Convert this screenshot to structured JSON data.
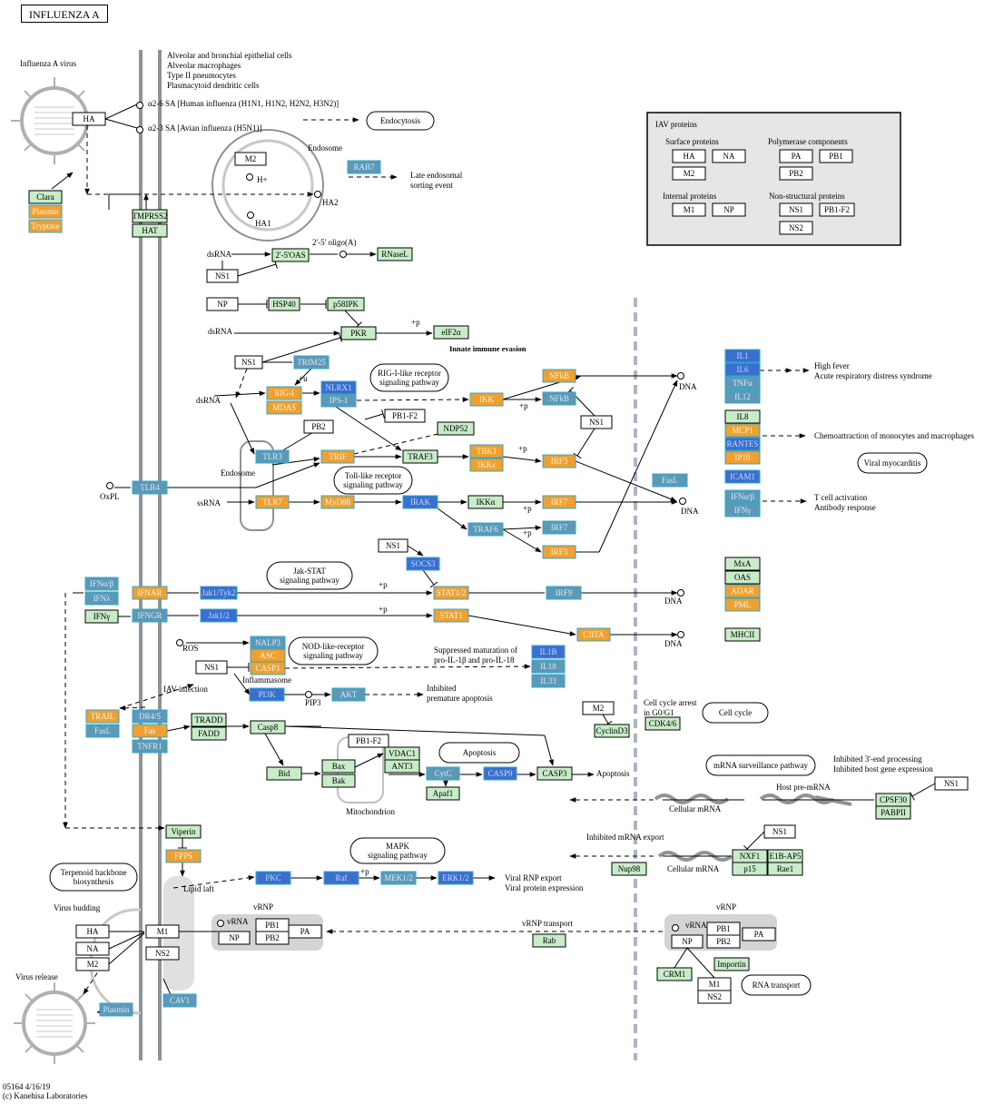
{
  "title": "INFLUENZA A",
  "footer": {
    "line1": "05164 4/16/19",
    "line2": "(c) Kanehisa Laboratories"
  },
  "colors": {
    "green": "#c8ebc8",
    "orange": "#f0a030",
    "blue": "#3a6fd0",
    "gray": "#5c98b8",
    "mixed_border": "#30a8c8",
    "membrane": "#8c9499",
    "legend_bg": "#e6e6e6"
  },
  "labels": {
    "virus": "Influenza A virus",
    "cells": [
      "Alveolar and bronchial epithelial cells",
      "Alveolar macrophages",
      "Type II pneumocytes",
      "Plasmacytoid dendritic cells"
    ],
    "a26": "α2-6 SA  [Human influenza (H1N1, H1N2, H2N2, H3N2)]",
    "a23": "α2-3 SA  [Avian influenza (H5N1)]",
    "endosome": "Endosome",
    "endosome2": "Endosome",
    "hplus": "H+",
    "ha1": "HA1",
    "ha2": "HA2",
    "late_endo": [
      "Late endosomal",
      "sorting event"
    ],
    "dsrna": "dsRNA",
    "dsrna2": "dsRNA",
    "dsrna3": "dsRNA",
    "oligo": "2'-5' oligo(A)",
    "p1": "+p",
    "p2": "+p",
    "p3": "+p",
    "p4": "+p",
    "p5": "+p",
    "p6": "+p",
    "p7": "+p",
    "p8": "+p",
    "plusu": "+u",
    "innate": "Innate immune evasion",
    "oxpl": "OxPL",
    "ssrna": "ssRNA",
    "dna1": "DNA",
    "dna2": "DNA",
    "dna3": "DNA",
    "dna4": "DNA",
    "fever": [
      "High fever",
      "Acute respiratory distress syndrome"
    ],
    "chemo": "Chemoattraction of monocytes and macrophages",
    "tcell": [
      "T cell activation",
      "Antibody response"
    ],
    "ros": "ROS",
    "inflammasome": "Inflammasome",
    "iav_infection": "IAV infection",
    "pip3": "PIP3",
    "suppressed": [
      "Suppressed maturation of",
      "pro-IL-1β and pro-IL-18"
    ],
    "inhibited_apop": [
      "Inhibited",
      "premature apoptosis"
    ],
    "cellcycle_arrest": [
      "Cell cycle arrest",
      "in G0/G1"
    ],
    "apoptosis_out": "Apoptosis",
    "mito": "Mitochondrion",
    "inhibited3": [
      "Inhibited 3'-end processing",
      "Inhibited host gene expression"
    ],
    "host_premrna": "Host pre-mRNA",
    "cellular_mrna1": "Cellular mRNA",
    "cellular_mrna2": "Cellular mRNA",
    "inhibited_export": "Inhibited mRNA export",
    "lipid_raft": "Lipid laft",
    "virus_budding": "Virus budding",
    "virus_release": "Virus release",
    "vrnp_left": "vRNP",
    "vrnp_right": "vRNP",
    "vrnp_transport": "vRNP transport",
    "viral_rnp": [
      "Viral RNP export",
      "Viral protein expression"
    ],
    "ovrna1": "vRNA",
    "ovrna2": "vRNA"
  },
  "pathways": {
    "endocytosis": "Endocytosis",
    "rigi": [
      "RIG-I-like receptor",
      "signaling pathway"
    ],
    "tlr": [
      "Toll-like receptor",
      "signaling pathway"
    ],
    "jak": [
      "Jak-STAT",
      "signaling pathway"
    ],
    "nod": [
      "NOD-like-receptor",
      "signaling pathway"
    ],
    "apoptosis": "Apoptosis",
    "cellcycle": "Cell cycle",
    "mrna": "mRNA surveillance pathway",
    "mapk": [
      "MAPK",
      "signaling pathway"
    ],
    "terpenoid": [
      "Terpenoid backbone",
      "biosynthesis"
    ],
    "rnatransport": "RNA transport",
    "viral_myo": "Viral myocarditis"
  },
  "legend": {
    "title": "IAV proteins",
    "surface": "Surface proteins",
    "polymerase": "Polymerase components",
    "internal": "Internal proteins",
    "nonstruct": "Non-structural proteins",
    "items": [
      "HA",
      "NA",
      "M2",
      "PA",
      "PB1",
      "PB2",
      "M1",
      "NP",
      "NS1",
      "PB1-F2",
      "NS2"
    ]
  },
  "nodes": [
    {
      "id": "ha_virus",
      "text": "HA",
      "t": "w"
    },
    {
      "id": "clara",
      "text": "Clara",
      "t": "g"
    },
    {
      "id": "plasmin1",
      "text": "Plasmin",
      "t": "o"
    },
    {
      "id": "tryptase",
      "text": "Tryptase",
      "t": "o"
    },
    {
      "id": "tmprss2",
      "text": "TMPRSS2",
      "t": "g"
    },
    {
      "id": "hat",
      "text": "HAT",
      "t": "g"
    },
    {
      "id": "m2_endo",
      "text": "M2",
      "t": "w"
    },
    {
      "id": "rab7",
      "text": "RAB7",
      "t": "x"
    },
    {
      "id": "oas25",
      "text": "2'-5'OAS",
      "t": "g"
    },
    {
      "id": "rnasel",
      "text": "RNaseL",
      "t": "g"
    },
    {
      "id": "ns1_a",
      "text": "NS1",
      "t": "w"
    },
    {
      "id": "np_a",
      "text": "NP",
      "t": "w"
    },
    {
      "id": "hsp40",
      "text": "HSP40",
      "t": "g"
    },
    {
      "id": "p58ipk",
      "text": "p58IPK",
      "t": "g"
    },
    {
      "id": "pkr",
      "text": "PKR",
      "t": "g"
    },
    {
      "id": "eif2a",
      "text": "eIF2α",
      "t": "g"
    },
    {
      "id": "ns1_b",
      "text": "NS1",
      "t": "w"
    },
    {
      "id": "trim25",
      "text": "TRIM25",
      "t": "x"
    },
    {
      "id": "rigi",
      "text": "RIG-I",
      "t": "o"
    },
    {
      "id": "mda5",
      "text": "MDA5",
      "t": "o"
    },
    {
      "id": "nlrx1",
      "text": "NLRX1",
      "t": "b"
    },
    {
      "id": "ips1",
      "text": "IPS-1",
      "t": "x"
    },
    {
      "id": "pb2_a",
      "text": "PB2",
      "t": "w"
    },
    {
      "id": "pb1f2_a",
      "text": "PB1-F2",
      "t": "w"
    },
    {
      "id": "ndp52",
      "text": "NDP52",
      "t": "g"
    },
    {
      "id": "ikk",
      "text": "IKK",
      "t": "o"
    },
    {
      "id": "nfkb1",
      "text": "NFkB",
      "t": "o"
    },
    {
      "id": "nfkb2",
      "text": "NFkB",
      "t": "x"
    },
    {
      "id": "ns1_c",
      "text": "NS1",
      "t": "w"
    },
    {
      "id": "tlr3",
      "text": "TLR3",
      "t": "x"
    },
    {
      "id": "trif",
      "text": "TRIF",
      "t": "o"
    },
    {
      "id": "traf3",
      "text": "TRAF3",
      "t": "g"
    },
    {
      "id": "tbk1",
      "text": "TBK1",
      "t": "o"
    },
    {
      "id": "ikke",
      "text": "IKKε",
      "t": "o"
    },
    {
      "id": "irf3",
      "text": "IRF3",
      "t": "o"
    },
    {
      "id": "tlr4",
      "text": "TLR4",
      "t": "x"
    },
    {
      "id": "tlr7",
      "text": "TLR7",
      "t": "o"
    },
    {
      "id": "myd88",
      "text": "MyD88",
      "t": "o"
    },
    {
      "id": "irak",
      "text": "IRAK",
      "t": "b"
    },
    {
      "id": "ikka",
      "text": "IKKα",
      "t": "g"
    },
    {
      "id": "irf7",
      "text": "IRF7",
      "t": "o"
    },
    {
      "id": "traf6",
      "text": "TRAF6",
      "t": "x"
    },
    {
      "id": "irf7b",
      "text": "IRF7",
      "t": "x"
    },
    {
      "id": "irf3b",
      "text": "IRF3",
      "t": "o"
    },
    {
      "id": "ns1_d",
      "text": "NS1",
      "t": "w"
    },
    {
      "id": "socs3",
      "text": "SOCS3",
      "t": "b"
    },
    {
      "id": "il1",
      "text": "IL1",
      "t": "b"
    },
    {
      "id": "il6",
      "text": "IL6",
      "t": "b"
    },
    {
      "id": "tnfa_r",
      "text": "TNFα",
      "t": "x"
    },
    {
      "id": "il12",
      "text": "IL12",
      "t": "x"
    },
    {
      "id": "il8",
      "text": "IL8",
      "t": "g"
    },
    {
      "id": "mcp1",
      "text": "MCP1",
      "t": "o"
    },
    {
      "id": "rantes",
      "text": "RANTES",
      "t": "b"
    },
    {
      "id": "ip10",
      "text": "IP10",
      "t": "o"
    },
    {
      "id": "icam1",
      "text": "ICAM1",
      "t": "b"
    },
    {
      "id": "fasl_r",
      "text": "FasL",
      "t": "x"
    },
    {
      "id": "ifnab_r",
      "text": "IFNα/β",
      "t": "x"
    },
    {
      "id": "ifng_r",
      "text": "IFNγ",
      "t": "x"
    },
    {
      "id": "ifnab",
      "text": "IFNα/β",
      "t": "x"
    },
    {
      "id": "ifnl",
      "text": "IFNλ",
      "t": "x"
    },
    {
      "id": "ifng",
      "text": "IFNγ",
      "t": "g"
    },
    {
      "id": "ifnar",
      "text": "IFNAR",
      "t": "o"
    },
    {
      "id": "ifngr",
      "text": "IFNGR",
      "t": "x"
    },
    {
      "id": "jak1tyk2",
      "text": "Jak1/Tyk2",
      "t": "b"
    },
    {
      "id": "jak12",
      "text": "Jak1/2",
      "t": "b"
    },
    {
      "id": "stat12",
      "text": "STAT1/2",
      "t": "o"
    },
    {
      "id": "irf9",
      "text": "IRF9",
      "t": "x"
    },
    {
      "id": "stat1",
      "text": "STAT1",
      "t": "o"
    },
    {
      "id": "ciita",
      "text": "CIITA",
      "t": "o"
    },
    {
      "id": "mxa",
      "text": "MxA",
      "t": "g"
    },
    {
      "id": "oas",
      "text": "OAS",
      "t": "g"
    },
    {
      "id": "adar",
      "text": "ADAR",
      "t": "o"
    },
    {
      "id": "pml",
      "text": "PML",
      "t": "o"
    },
    {
      "id": "mhcii",
      "text": "MHCII",
      "t": "g"
    },
    {
      "id": "nlrp3",
      "text": "NALP3",
      "t": "x"
    },
    {
      "id": "asc",
      "text": "ASC",
      "t": "o"
    },
    {
      "id": "casp1",
      "text": "CASP1",
      "t": "o"
    },
    {
      "id": "ns1_e",
      "text": "NS1",
      "t": "w"
    },
    {
      "id": "il1b",
      "text": "IL1B",
      "t": "b"
    },
    {
      "id": "il18",
      "text": "IL18",
      "t": "x"
    },
    {
      "id": "il33",
      "text": "IL33",
      "t": "x"
    },
    {
      "id": "pi3k",
      "text": "PI3K",
      "t": "b"
    },
    {
      "id": "akt",
      "text": "AKT",
      "t": "x"
    },
    {
      "id": "m2_b",
      "text": "M2",
      "t": "w"
    },
    {
      "id": "cyclind3",
      "text": "CyclinD3",
      "t": "g"
    },
    {
      "id": "cdk46",
      "text": "CDK4/6",
      "t": "g"
    },
    {
      "id": "trail",
      "text": "TRAIL",
      "t": "o"
    },
    {
      "id": "dr45",
      "text": "DR4/5",
      "t": "x"
    },
    {
      "id": "fasl",
      "text": "FasL",
      "t": "x"
    },
    {
      "id": "fas",
      "text": "Fas",
      "t": "o"
    },
    {
      "id": "tnfrsf",
      "text": "TNFR1",
      "t": "x"
    },
    {
      "id": "tradd",
      "text": "TRADD",
      "t": "g"
    },
    {
      "id": "fadd",
      "text": "FADD",
      "t": "g"
    },
    {
      "id": "casp8",
      "text": "Casp8",
      "t": "g"
    },
    {
      "id": "pb1f2_b",
      "text": "PB1-F2",
      "t": "w"
    },
    {
      "id": "vdac1",
      "text": "VDAC1",
      "t": "g"
    },
    {
      "id": "ant3",
      "text": "ANT3",
      "t": "g"
    },
    {
      "id": "bid",
      "text": "Bid",
      "t": "g"
    },
    {
      "id": "bax",
      "text": "Bax",
      "t": "g"
    },
    {
      "id": "bak",
      "text": "Bak",
      "t": "g"
    },
    {
      "id": "cytc",
      "text": "CytC",
      "t": "x"
    },
    {
      "id": "casp9",
      "text": "CASP9",
      "t": "b"
    },
    {
      "id": "apaf1",
      "text": "Apaf1",
      "t": "g"
    },
    {
      "id": "casp3",
      "text": "CASP3",
      "t": "g"
    },
    {
      "id": "ns1_f",
      "text": "NS1",
      "t": "w"
    },
    {
      "id": "cpsf30",
      "text": "CPSF30",
      "t": "g"
    },
    {
      "id": "pabpii",
      "text": "PABPII",
      "t": "g"
    },
    {
      "id": "ns1_g",
      "text": "NS1",
      "t": "w"
    },
    {
      "id": "nxf1",
      "text": "NXF1",
      "t": "g"
    },
    {
      "id": "e1bap5",
      "text": "E1B-AP5",
      "t": "g"
    },
    {
      "id": "p15",
      "text": "p15",
      "t": "g"
    },
    {
      "id": "rae1",
      "text": "Rae1",
      "t": "g"
    },
    {
      "id": "nup98",
      "text": "Nup98",
      "t": "g"
    },
    {
      "id": "viperin",
      "text": "Viperin",
      "t": "g"
    },
    {
      "id": "fpps",
      "text": "FPPS",
      "t": "o"
    },
    {
      "id": "pkc",
      "text": "PKC",
      "t": "b"
    },
    {
      "id": "raf",
      "text": "Raf",
      "t": "b"
    },
    {
      "id": "mek12",
      "text": "MEK1/2",
      "t": "x"
    },
    {
      "id": "erk12",
      "text": "ERK1/2",
      "t": "b"
    },
    {
      "id": "ha_bud",
      "text": "HA",
      "t": "w"
    },
    {
      "id": "na_bud",
      "text": "NA",
      "t": "w"
    },
    {
      "id": "m2_bud",
      "text": "M2",
      "t": "w"
    },
    {
      "id": "m1_bud",
      "text": "M1",
      "t": "w"
    },
    {
      "id": "ns2_bud",
      "text": "NS2",
      "t": "w"
    },
    {
      "id": "np_l",
      "text": "NP",
      "t": "w"
    },
    {
      "id": "pb1_l",
      "text": "PB1",
      "t": "w"
    },
    {
      "id": "pb2_l",
      "text": "PB2",
      "t": "w"
    },
    {
      "id": "pa_l",
      "text": "PA",
      "t": "w"
    },
    {
      "id": "np_r",
      "text": "NP",
      "t": "w"
    },
    {
      "id": "pb1_r",
      "text": "PB1",
      "t": "w"
    },
    {
      "id": "pb2_r",
      "text": "PB2",
      "t": "w"
    },
    {
      "id": "pa_r",
      "text": "PA",
      "t": "w"
    },
    {
      "id": "rab11",
      "text": "Rab",
      "t": "g"
    },
    {
      "id": "importin",
      "text": "Importin",
      "t": "g"
    },
    {
      "id": "crm1",
      "text": "CRM1",
      "t": "g"
    },
    {
      "id": "m1_r",
      "text": "M1",
      "t": "w"
    },
    {
      "id": "ns2_r",
      "text": "NS2",
      "t": "w"
    },
    {
      "id": "plasmin2",
      "text": "Plasmin",
      "t": "x"
    },
    {
      "id": "cav1",
      "text": "CAV1",
      "t": "x"
    }
  ]
}
